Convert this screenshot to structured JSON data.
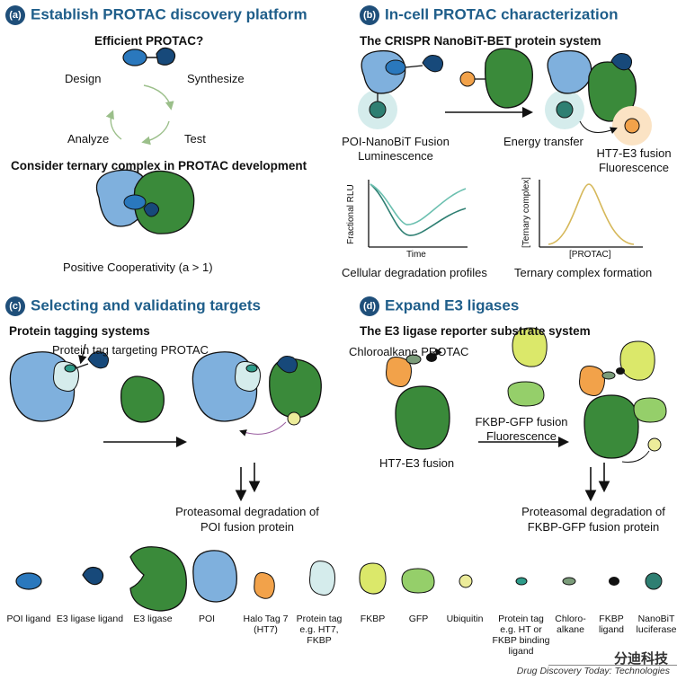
{
  "panels": {
    "a": {
      "badge": "(a)",
      "title": "Establish PROTAC discovery platform",
      "efficient": "Efficient PROTAC?",
      "cycle": {
        "design": "Design",
        "synthesize": "Synthesize",
        "test": "Test",
        "analyze": "Analyze"
      },
      "ternary_heading": "Consider ternary complex in PROTAC development",
      "cooperativity": "Positive Cooperativity (a > 1)"
    },
    "b": {
      "badge": "(b)",
      "title": "In-cell PROTAC characterization",
      "system": "The CRISPR NanoBiT-BET protein system",
      "poi_label": "POI-NanoBiT Fusion\nLuminescence",
      "energy": "Energy transfer",
      "ht7_label": "HT7-E3 fusion\nFluorescence",
      "graph1": {
        "ylabel": "Fractional RLU",
        "xlabel": "Time",
        "caption": "Cellular degradation profiles"
      },
      "graph2": {
        "ylabel": "[Ternary complex]",
        "xlabel": "[PROTAC]",
        "caption": "Ternary complex formation"
      }
    },
    "c": {
      "badge": "(c)",
      "title": "Selecting and validating targets",
      "system": "Protein tagging systems",
      "tag_protac": "Protein tag targeting PROTAC",
      "result": "Proteasomal degradation of\nPOI fusion protein"
    },
    "d": {
      "badge": "(d)",
      "title": "Expand E3 ligases",
      "system": "The E3 ligase reporter substrate system",
      "chloro": "Chloroalkane PROTAC",
      "fkbp_gfp": "FKBP-GFP fusion\nFluorescence",
      "ht7_e3": "HT7-E3 fusion",
      "result": "Proteasomal degradation of\nFKBP-GFP fusion protein"
    }
  },
  "legend": [
    {
      "label": "POI ligand"
    },
    {
      "label": "E3 ligase ligand"
    },
    {
      "label": "E3 ligase"
    },
    {
      "label": "POI"
    },
    {
      "label": "Halo Tag 7\n(HT7)"
    },
    {
      "label": "Protein tag\ne.g. HT7,\nFKBP"
    },
    {
      "label": "FKBP"
    },
    {
      "label": "GFP"
    },
    {
      "label": "Ubiquitin"
    },
    {
      "label": "Protein tag\ne.g. HT or\nFKBP binding\nligand"
    },
    {
      "label": "Chloro-\nalkane"
    },
    {
      "label": "FKBP\nligand"
    },
    {
      "label": "NanoBiT\nluciferase"
    }
  ],
  "watermark": "分迪科技",
  "source": "Drug Discovery Today: Technologies",
  "colors": {
    "title_blue": "#1f5e8a",
    "poi_blue": "#7fb0dd",
    "e3_green": "#3a8a3a",
    "dark_navy": "#17497a",
    "ligand_blue": "#2a78bd",
    "orange": "#f2a24a",
    "light_cyan": "#d5ecec",
    "fkbp_yellow": "#dbe86a",
    "gfp_green": "#95cf6a",
    "ubiquitin": "#ecec9a",
    "teal": "#2e7f72",
    "grey_green": "#7b9c7a"
  }
}
